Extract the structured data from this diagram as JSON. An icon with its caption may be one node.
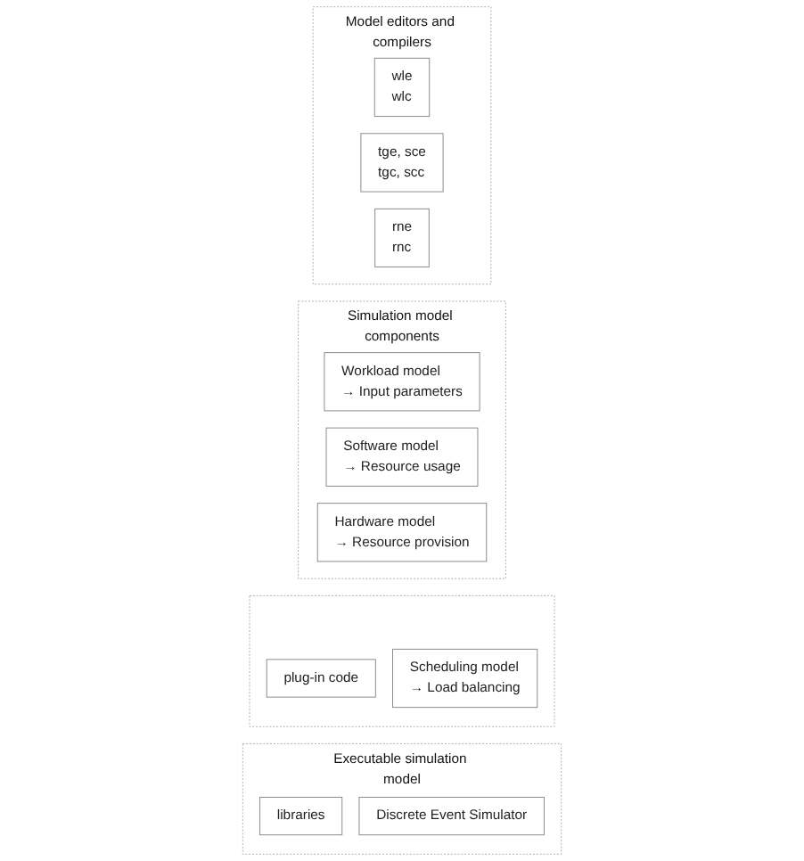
{
  "diagram": {
    "nodes": [
      {
        "text": [
          "Model editors and compilers"
        ]
      },
      {
        "text": [
          "wle",
          "wlc"
        ],
        "in": 0
      },
      {
        "text": [
          "tge, sce",
          "tgc, scc"
        ],
        "in": 0
      },
      {
        "text": [
          "rne",
          "rnc"
        ],
        "in": 0
      },
      {
        "text": [
          "Simulation model components"
        ]
      },
      {
        "text": [
          "Workload model",
          "→ Input parameters"
        ],
        "in": 4
      },
      {
        "text": [
          "Software model",
          "→ Resource usage"
        ],
        "in": 4
      },
      {
        "text": [
          "Hardware model",
          "→ Resource provision"
        ],
        "in": 4
      },
      {
        "text": [],
        "shape": "box"
      },
      {
        "text": [
          "plug-in code"
        ],
        "in": 8
      },
      {
        "text": [
          "Scheduling model",
          "→ Load balancing"
        ],
        "in": 8
      },
      {
        "text": [
          "Executable simulation model"
        ]
      },
      {
        "text": [
          "libraries"
        ],
        "in": 11
      },
      {
        "text": [
          "Discrete Event Simulator"
        ],
        "in": 11
      }
    ],
    "edges": []
  }
}
